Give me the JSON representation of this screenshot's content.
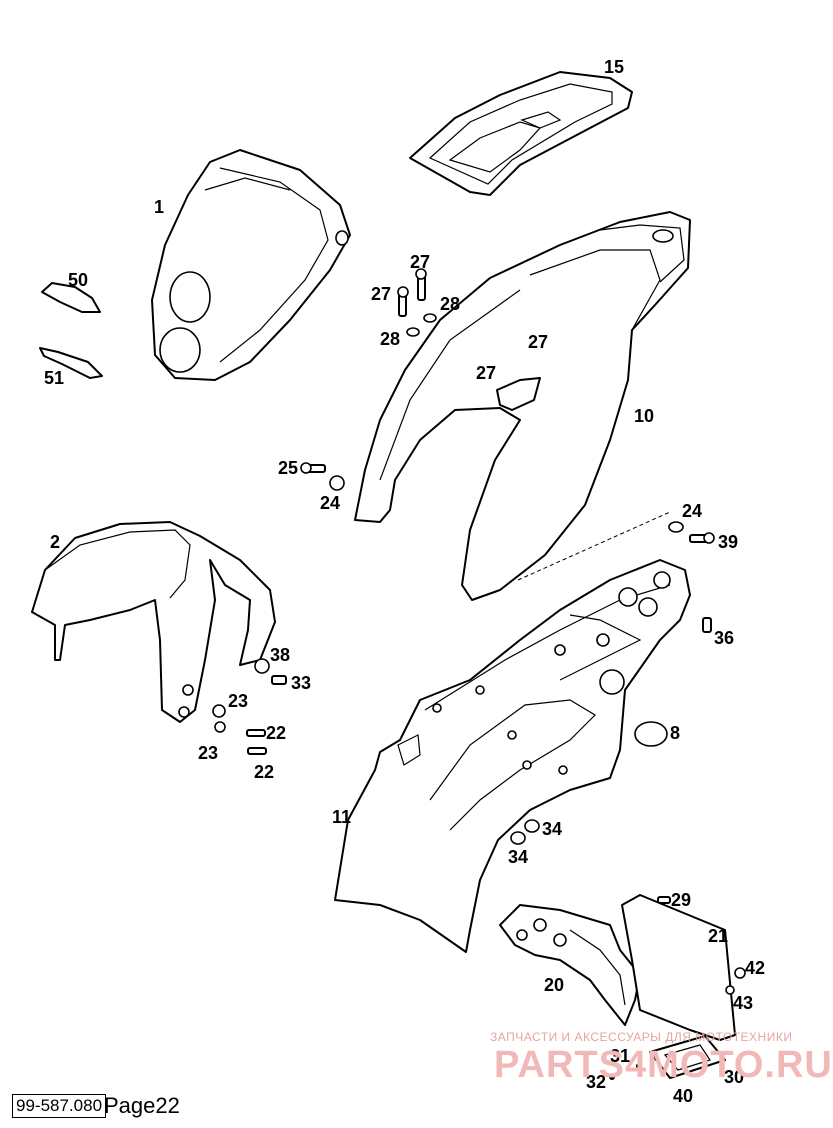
{
  "footer": {
    "code": "99-587.080",
    "page": "Page22"
  },
  "watermark": {
    "line1": "ЗАПЧАСТИ И АКСЕССУАРЫ ДЛЯ МОТОТЕХНИКИ",
    "line2": "PARTS4MOTO.RU"
  },
  "callouts": [
    {
      "id": "c15",
      "label": "15"
    },
    {
      "id": "c1",
      "label": "1"
    },
    {
      "id": "c27a",
      "label": "27"
    },
    {
      "id": "c27b",
      "label": "27"
    },
    {
      "id": "c28a",
      "label": "28"
    },
    {
      "id": "c28b",
      "label": "28"
    },
    {
      "id": "c27c",
      "label": "27"
    },
    {
      "id": "c27d",
      "label": "27"
    },
    {
      "id": "c50",
      "label": "50"
    },
    {
      "id": "c51",
      "label": "51"
    },
    {
      "id": "c10",
      "label": "10"
    },
    {
      "id": "c25",
      "label": "25"
    },
    {
      "id": "c24a",
      "label": "24"
    },
    {
      "id": "c24b",
      "label": "24"
    },
    {
      "id": "c39",
      "label": "39"
    },
    {
      "id": "c2",
      "label": "2"
    },
    {
      "id": "c36",
      "label": "36"
    },
    {
      "id": "c38",
      "label": "38"
    },
    {
      "id": "c33",
      "label": "33"
    },
    {
      "id": "c23a",
      "label": "23"
    },
    {
      "id": "c22a",
      "label": "22"
    },
    {
      "id": "c23b",
      "label": "23"
    },
    {
      "id": "c22b",
      "label": "22"
    },
    {
      "id": "c8",
      "label": "8"
    },
    {
      "id": "c11",
      "label": "11"
    },
    {
      "id": "c34a",
      "label": "34"
    },
    {
      "id": "c34b",
      "label": "34"
    },
    {
      "id": "c29",
      "label": "29"
    },
    {
      "id": "c21",
      "label": "21"
    },
    {
      "id": "c42",
      "label": "42"
    },
    {
      "id": "c20",
      "label": "20"
    },
    {
      "id": "c43",
      "label": "43"
    },
    {
      "id": "c31",
      "label": "31"
    },
    {
      "id": "c32",
      "label": "32"
    },
    {
      "id": "c30",
      "label": "30"
    },
    {
      "id": "c40",
      "label": "40"
    }
  ]
}
